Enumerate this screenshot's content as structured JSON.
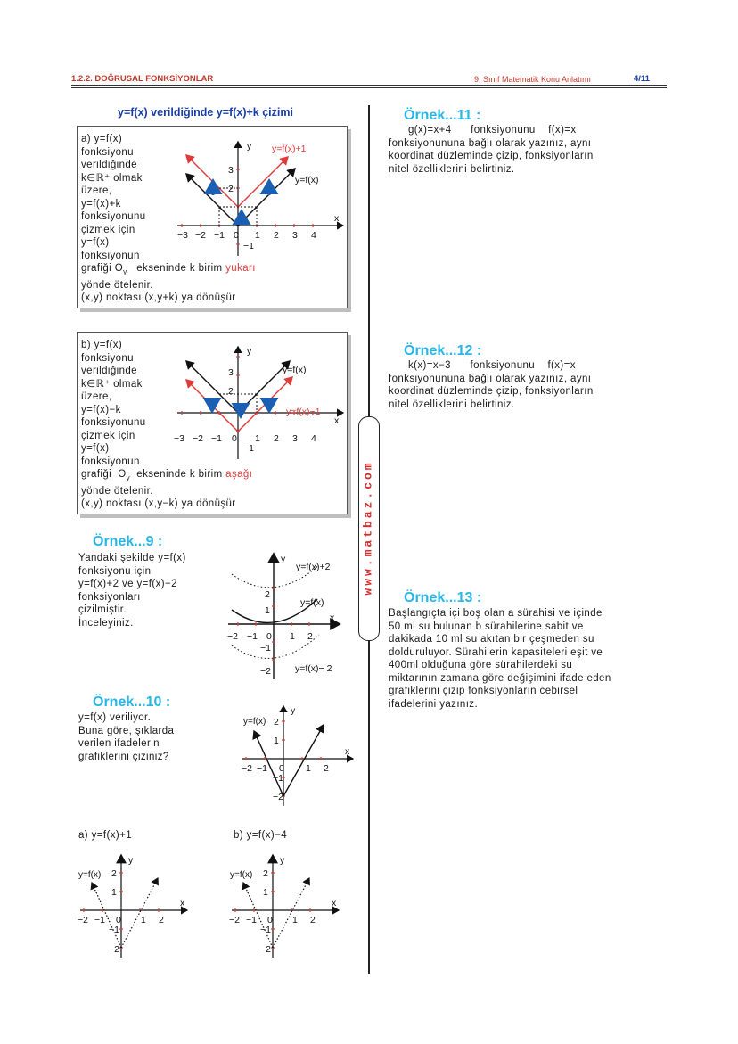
{
  "header": {
    "section": "1.2.2. DOĞRUSAL FONKSİYONLAR",
    "course": "9. Sınıf Matematik Konu Anlatımı",
    "page": "4/11"
  },
  "site": "www.matbaz.com",
  "title": "y=f(x)  verildiğinde  y=f(x)+k  çizimi",
  "box_a": {
    "lines": [
      "a) y=f(x)",
      "fonksiyonu",
      "verildiğinde",
      " k∈ℝ⁺ olmak",
      "üzere,",
      "y=f(x)+k",
      "fonksiyonunu",
      "çizmek için",
      "y=f(x)",
      "fonksiyonun"
    ],
    "line_grafigi": "grafiği O",
    "sub_y": "y",
    "line_mid": "   ekseninde k birim ",
    "direction": "yukarı",
    "line_yonde": "yönde ötelenir.",
    "line_point": "(x,y) noktası (x,y+k) ya dönüşür",
    "graph": {
      "label_shifted": "y=f(x)+1",
      "label_base": "y=f(x)",
      "x_axis": "x",
      "y_axis": "y",
      "xticks": [
        "−3",
        "−2",
        "−1",
        "0",
        "1",
        "2",
        "3",
        "4"
      ],
      "yticks": [
        "3",
        "2",
        "−1"
      ]
    }
  },
  "box_b": {
    "lines": [
      "b) y=f(x)",
      "fonksiyonu",
      "verildiğinde",
      " k∈ℝ⁺ olmak",
      "üzere,",
      "y=f(x)−k",
      "fonksiyonunu",
      "çizmek için",
      "y=f(x)",
      "fonksiyonun"
    ],
    "line_grafigi": "grafiği  O",
    "sub_y": "y",
    "line_mid": "  ekseninde k birim ",
    "direction": "aşağı",
    "line_yonde": "yönde ötelenir.",
    "line_point": "(x,y) noktası (x,y−k) ya dönüşür",
    "graph": {
      "label_shifted": "y=f(x)−1",
      "label_base": "y=f(x)",
      "x_axis": "x",
      "y_axis": "y",
      "xticks": [
        "−3",
        "−2",
        "−1",
        "0",
        "1",
        "2",
        "3",
        "4"
      ],
      "yticks": [
        "3",
        "2",
        "−1"
      ]
    }
  },
  "ornek9": {
    "title": "Örnek...9 :",
    "lines": [
      "Yandaki şekilde y=f(x)",
      "fonksiyonu  için",
      "y=f(x)+2 ve y=f(x)−2",
      "fonksiyonları",
      "çizilmiştir.",
      "İnceleyiniz."
    ],
    "graph": {
      "label_plus": "y=f(x)+2",
      "label_base": "y=f(x)",
      "label_minus": "y=f(x)− 2",
      "x_axis": "x",
      "y_axis": "y",
      "xticks": [
        "−2",
        "−1",
        "0",
        "1",
        "2"
      ],
      "yticks": [
        "2",
        "1",
        "−1",
        "−2"
      ]
    }
  },
  "ornek10": {
    "title": "Örnek...10 :",
    "lines": [
      "y=f(x) veriliyor.",
      "Buna göre, şıklarda",
      "verilen ifadelerin",
      "grafiklerini çiziniz?"
    ],
    "graph": {
      "label": "y=f(x)",
      "x_axis": "x",
      "y_axis": "y",
      "xticks": [
        "−2",
        "−1",
        "0",
        "1",
        "2"
      ],
      "yticks": [
        "2",
        "1",
        "−1",
        "−2"
      ]
    },
    "part_a": "a) y=f(x)+1",
    "part_b": "b)  y=f(x)−4"
  },
  "ornek11": {
    "title": "Örnek...11 :",
    "line1": "g(x)=x+4      fonksiyonunu    f(x)=x",
    "lines": [
      "fonksiyonununa bağlı olarak yazınız, aynı",
      "koordinat düzleminde çizip, fonksiyonların",
      "nitel özelliklerini belirtiniz."
    ]
  },
  "ornek12": {
    "title": "Örnek...12 :",
    "line1": "k(x)=x−3      fonksiyonunu    f(x)=x",
    "lines": [
      "fonksiyonununa bağlı olarak yazınız, aynı",
      "koordinat düzleminde çizip, fonksiyonların",
      "nitel özelliklerini belirtiniz."
    ]
  },
  "ornek13": {
    "title": "Örnek...13 :",
    "lines": [
      "Başlangıçta içi boş olan a sürahisi ve içinde",
      "50 ml su bulunan b sürahilerine sabit ve",
      "dakikada 10 ml su akıtan bir çeşmeden su",
      "dolduruluyor. Sürahilerin kapasiteleri eşit ve",
      "400ml olduğuna göre sürahilerdeki su",
      "miktarının zamana göre değişimini ifade eden",
      "grafiklerini çizip fonksiyonların cebirsel",
      "ifadelerini yazınız."
    ]
  }
}
